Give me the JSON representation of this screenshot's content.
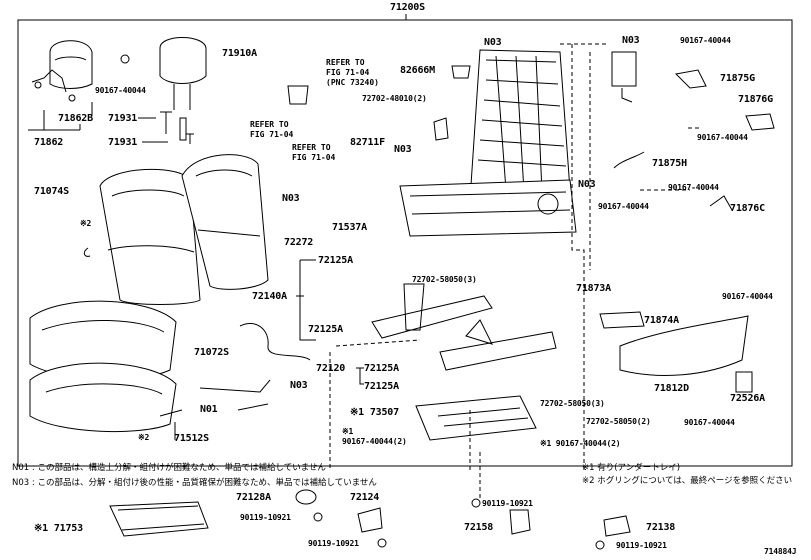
{
  "diagram": {
    "assembly_number": "71200S",
    "figure_code": "714884J",
    "parts": [
      {
        "id": "71910A",
        "label": "71910A"
      },
      {
        "id": "90167-40044-a",
        "label": "90167-40044"
      },
      {
        "id": "71862B",
        "label": "71862B"
      },
      {
        "id": "71862",
        "label": "71862"
      },
      {
        "id": "71931-a",
        "label": "71931"
      },
      {
        "id": "71931-b",
        "label": "71931"
      },
      {
        "id": "71074S",
        "label": "71074S"
      },
      {
        "id": "N03-back",
        "label": "N03"
      },
      {
        "id": "note2-a",
        "label": "※2"
      },
      {
        "id": "72702-48010",
        "label": "72702-48010(2)"
      },
      {
        "id": "82666M",
        "label": "82666M"
      },
      {
        "id": "N03-top",
        "label": "N03"
      },
      {
        "id": "N03-frame",
        "label": "N03"
      },
      {
        "id": "N03-hook",
        "label": "N03"
      },
      {
        "id": "82711F",
        "label": "82711F"
      },
      {
        "id": "N03-right",
        "label": "N03"
      },
      {
        "id": "90167-40044-b",
        "label": "90167-40044"
      },
      {
        "id": "71875G",
        "label": "71875G"
      },
      {
        "id": "71876G",
        "label": "71876G"
      },
      {
        "id": "90167-40044-c",
        "label": "90167-40044"
      },
      {
        "id": "71875H",
        "label": "71875H"
      },
      {
        "id": "90167-40044-d",
        "label": "90167-40044"
      },
      {
        "id": "90167-40044-e",
        "label": "90167-40044"
      },
      {
        "id": "71876C",
        "label": "71876C"
      },
      {
        "id": "71537A",
        "label": "71537A"
      },
      {
        "id": "72272",
        "label": "72272"
      },
      {
        "id": "72125A-a",
        "label": "72125A"
      },
      {
        "id": "72702-58050-a",
        "label": "72702-58050(3)"
      },
      {
        "id": "71873A",
        "label": "71873A"
      },
      {
        "id": "72140A",
        "label": "72140A"
      },
      {
        "id": "72125A-b",
        "label": "72125A"
      },
      {
        "id": "90167-40044-f",
        "label": "90167-40044"
      },
      {
        "id": "71874A",
        "label": "71874A"
      },
      {
        "id": "71072S",
        "label": "71072S"
      },
      {
        "id": "72120",
        "label": "72120"
      },
      {
        "id": "72125A-c",
        "label": "72125A"
      },
      {
        "id": "72125A-d",
        "label": "72125A"
      },
      {
        "id": "N03-cushion",
        "label": "N03"
      },
      {
        "id": "71812D",
        "label": "71812D"
      },
      {
        "id": "72526A",
        "label": "72526A"
      },
      {
        "id": "N01",
        "label": "N01"
      },
      {
        "id": "173507",
        "label": "※1 73507"
      },
      {
        "id": "72702-58050-b",
        "label": "72702-58050(3)"
      },
      {
        "id": "72702-58050-c",
        "label": "72702-58050(2)"
      },
      {
        "id": "90167-40044-g",
        "label": "90167-40044"
      },
      {
        "id": "note1-a",
        "label": "※1"
      },
      {
        "id": "90167-40044-2-a",
        "label": "90167-40044(2)"
      },
      {
        "id": "90167-40044-2-b",
        "label": "※1 90167-40044(2)"
      },
      {
        "id": "71512S",
        "label": "71512S"
      },
      {
        "id": "note2-b",
        "label": "※2"
      }
    ],
    "bottom_parts": [
      {
        "id": "72128A",
        "label": "72128A"
      },
      {
        "id": "90119-10921-a",
        "label": "90119-10921"
      },
      {
        "id": "71753",
        "label": "※1 71753"
      },
      {
        "id": "72124",
        "label": "72124"
      },
      {
        "id": "90119-10921-b",
        "label": "90119-10921"
      },
      {
        "id": "90119-10921-c",
        "label": "90119-10921"
      },
      {
        "id": "72158",
        "label": "72158"
      },
      {
        "id": "72138",
        "label": "72138"
      },
      {
        "id": "90119-10921-d",
        "label": "90119-10921"
      }
    ],
    "references": [
      {
        "id": "ref-1",
        "lines": [
          "REFER TO",
          "FIG 71-04",
          "(PNC 73240)"
        ]
      },
      {
        "id": "ref-2",
        "lines": [
          "REFER TO",
          "FIG 71-04"
        ]
      },
      {
        "id": "ref-3",
        "lines": [
          "REFER TO",
          "FIG 71-04"
        ]
      }
    ],
    "notes": {
      "n01": "N01 : この部品は、構造上分解・組付けが困難なため、単品では補給していません",
      "n03": "N03 : この部品は、分解・組付け後の性能・品質確保が困難なため、単品では補給していません",
      "mark1": "※1 有り(アンダートレイ)",
      "mark2": "※2 ホグリングについては、最終ページを参照ください"
    }
  }
}
